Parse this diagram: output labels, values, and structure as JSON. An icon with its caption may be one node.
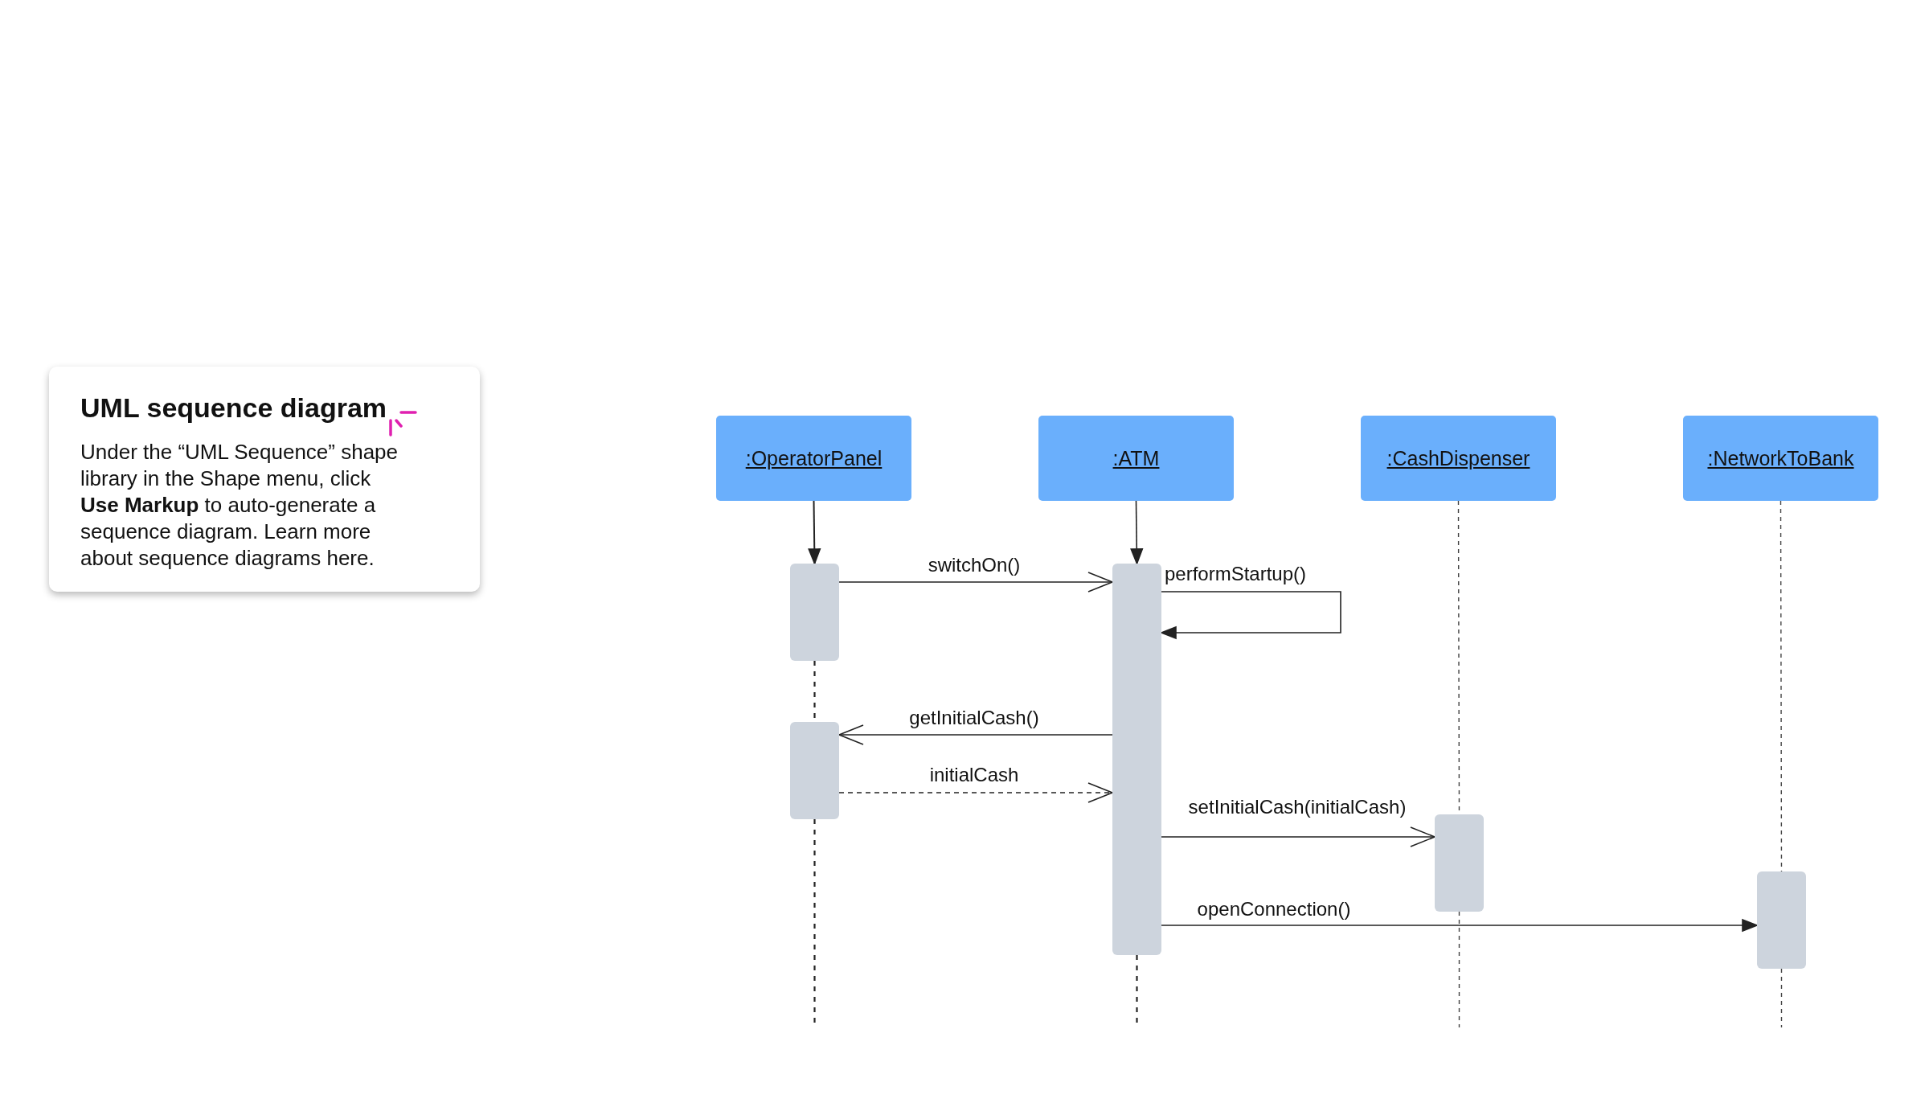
{
  "diagram": {
    "nodes": [
      {
        "text": [
          "UML sequence diagram",
          "Under the “UML Sequence” shape library in the Shape menu, click **Use Markup** to auto-generate a sequence diagram. Learn more about sequence diagrams here."
        ]
      },
      {
        "text": [
          ":OperatorPanel"
        ]
      },
      {
        "text": [
          ":ATM"
        ]
      },
      {
        "text": [
          ":CashDispenser"
        ]
      },
      {
        "text": [
          ":NetworkToBank"
        ]
      },
      {
        "text": [],
        "shape": "bar"
      },
      {
        "text": [],
        "shape": "bar"
      },
      {
        "text": [],
        "shape": "bar"
      },
      {
        "text": [],
        "shape": "bar"
      },
      {
        "text": [],
        "shape": "bar"
      }
    ],
    "edges": [
      {
        "from": 1,
        "to": 5,
        "arrow": "to"
      },
      {
        "from": 2,
        "to": 6,
        "arrow": "to"
      },
      {
        "from": 5,
        "to": 7,
        "arrow": "none",
        "style": "dashed"
      },
      {
        "from": 7,
        "to": null,
        "arrow": "none",
        "style": "dashed"
      },
      {
        "from": 6,
        "to": null,
        "arrow": "none",
        "style": "dashed"
      },
      {
        "from": 3,
        "to": 8,
        "arrow": "none",
        "style": "dashed"
      },
      {
        "from": 8,
        "to": null,
        "arrow": "none",
        "style": "dashed"
      },
      {
        "from": 4,
        "to": 9,
        "arrow": "none",
        "style": "dashed"
      },
      {
        "from": 9,
        "to": null,
        "arrow": "none",
        "style": "dashed"
      },
      {
        "from": 5,
        "to": 6,
        "arrow": "to",
        "label": "switchOn()"
      },
      {
        "from": 6,
        "to": 6,
        "arrow": "to",
        "label": "performStartup()"
      },
      {
        "from": 6,
        "to": 7,
        "arrow": "to",
        "label": "getInitialCash()"
      },
      {
        "from": 7,
        "to": 6,
        "arrow": "to",
        "label": "initialCash",
        "style": "dashed"
      },
      {
        "from": 6,
        "to": 8,
        "arrow": "to",
        "label": "setInitialCash(initialCash)"
      },
      {
        "from": 6,
        "to": 9,
        "arrow": "to",
        "label": "openConnection()"
      }
    ]
  }
}
